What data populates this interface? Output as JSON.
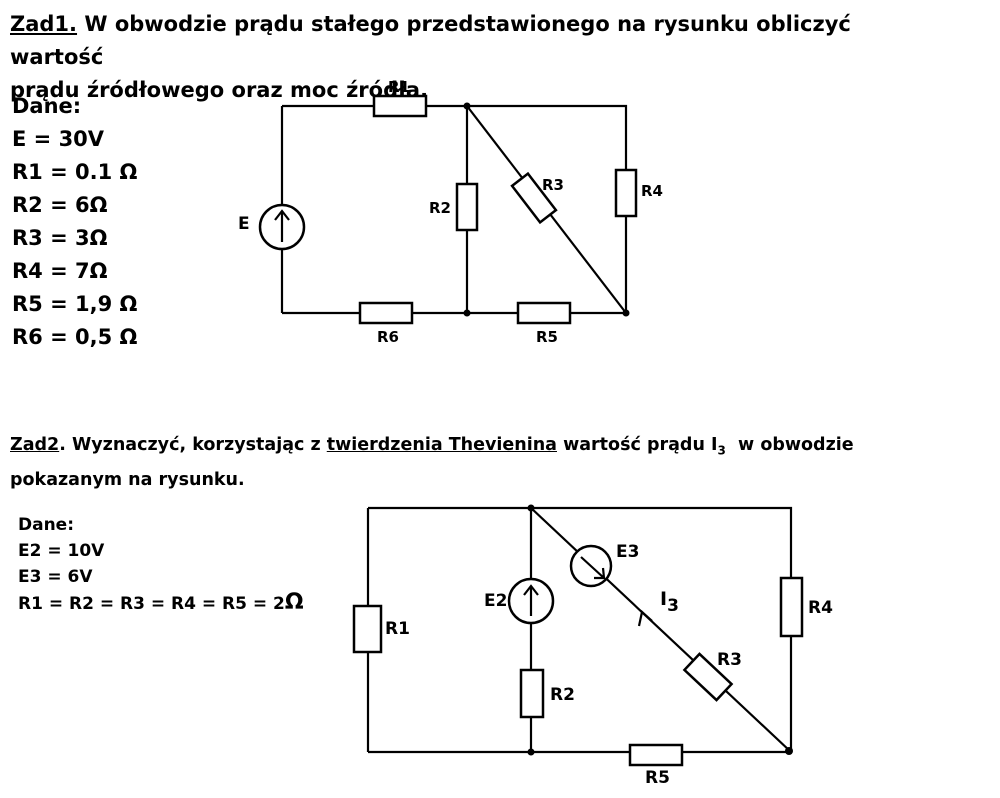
{
  "task1": {
    "label": "Zad1.",
    "text_line1": " W obwodzie prądu stałego przedstawionego na rysunku obliczyć wartość",
    "text_line2": "prądu źródłowego oraz moc źródła.",
    "given_title": "Dane:",
    "given": [
      "E = 30V",
      "R1 = 0.1 Ω",
      "R2 = 6Ω",
      "R3 = 3Ω",
      "R4 = 7Ω",
      "R5 = 1,9 Ω",
      "R6 = 0,5 Ω"
    ],
    "circuit": {
      "labels": {
        "R1": "R1",
        "R2": "R2",
        "R3": "R3",
        "R4": "R4",
        "R5": "R5",
        "R6": "R6",
        "E": "E"
      }
    }
  },
  "task2": {
    "label": "Zad2",
    "text_a": ". Wyznaczyć, korzystając z ",
    "text_link": "twierdzenia Thevienina",
    "text_b": " wartość prądu I",
    "text_sub": "3",
    "text_c": "  w obwodzie",
    "text_line2": "pokazanym na rysunku.",
    "given_title": "Dane:",
    "given": [
      "E2 = 10V",
      "E3 = 6V"
    ],
    "given_last": "R1 = R2 = R3 = R4 = R5 = 2",
    "given_last_unit": "Ω",
    "circuit": {
      "labels": {
        "R1": "R1",
        "R2": "R2",
        "R3": "R3",
        "R4": "R4",
        "R5": "R5",
        "E2": "E2",
        "E3": "E3",
        "I": "I",
        "I_sub": "3"
      }
    }
  }
}
